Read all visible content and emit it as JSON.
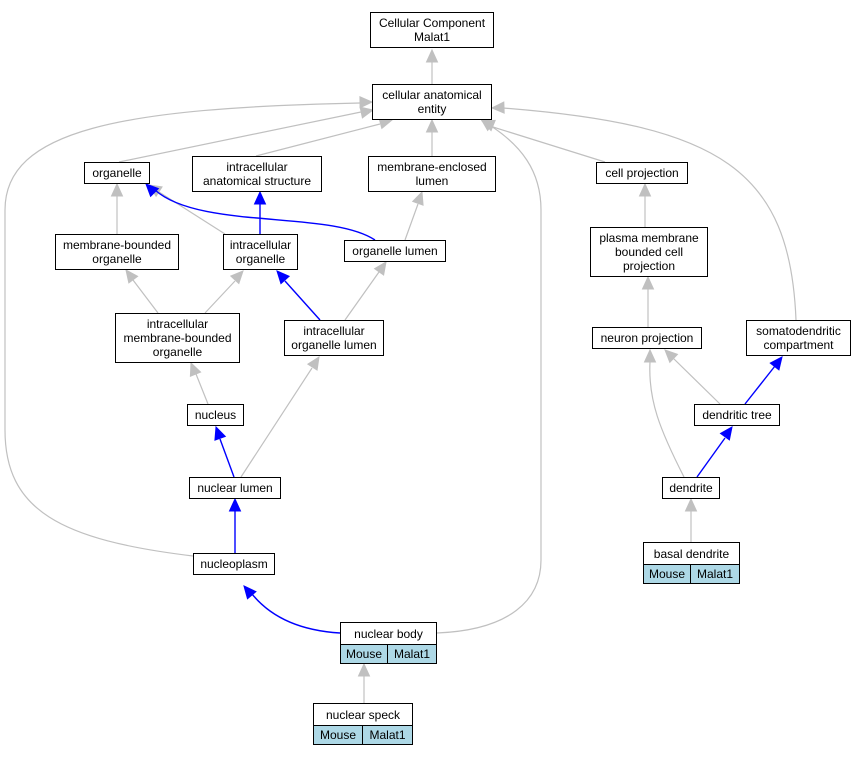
{
  "colors": {
    "regular_edge": "#c0c0c0",
    "highlight_edge": "#0000ff",
    "tag_fill": "#add8e6"
  },
  "nodes": {
    "root": "Cellular Component\nMalat1",
    "cae": "cellular anatomical\nentity",
    "organelle": "organelle",
    "ias": "intracellular\nanatomical structure",
    "mel": "membrane-enclosed\nlumen",
    "cellproj": "cell projection",
    "mbo": "membrane-bounded\norganelle",
    "io": "intracellular\norganelle",
    "ol": "organelle lumen",
    "pmbcp": "plasma membrane\nbounded cell\nprojection",
    "imbo": "intracellular\nmembrane-bounded\norganelle",
    "iol": "intracellular\norganelle lumen",
    "neuronproj": "neuron projection",
    "sdc": "somatodendritic\ncompartment",
    "nucleus": "nucleus",
    "dtree": "dendritic tree",
    "nlumen": "nuclear lumen",
    "dendrite": "dendrite",
    "nucleoplasm": "nucleoplasm",
    "bdendrite": "basal dendrite",
    "nbody": "nuclear body",
    "nspeck": "nuclear speck"
  },
  "tags": {
    "bdendrite": [
      "Mouse",
      "Malat1"
    ],
    "nbody": [
      "Mouse",
      "Malat1"
    ],
    "nspeck": [
      "Mouse",
      "Malat1"
    ]
  }
}
